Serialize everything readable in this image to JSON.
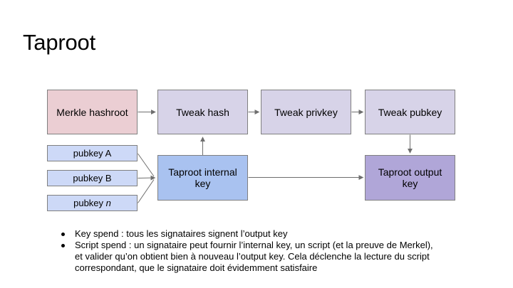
{
  "slide": {
    "title": "Taproot",
    "background_color": "#ffffff",
    "text_color": "#000000"
  },
  "diagram": {
    "border_color": "#808080",
    "arrow_color": "#6e6e6e",
    "boxes": {
      "merkle_hashroot": {
        "label": "Merkle hashroot",
        "fill": "#ebced3"
      },
      "tweak_hash": {
        "label": "Tweak hash",
        "fill": "#d7d3e8"
      },
      "tweak_privkey": {
        "label": "Tweak privkey",
        "fill": "#d7d3e8"
      },
      "tweak_pubkey": {
        "label": "Tweak pubkey",
        "fill": "#d7d3e8"
      },
      "pubkey_a": {
        "label": "pubkey A",
        "fill": "#cdd9f7"
      },
      "pubkey_b": {
        "label": "pubkey B",
        "fill": "#cdd9f7"
      },
      "pubkey_n": {
        "label_prefix": "pubkey ",
        "label_italic": "n",
        "fill": "#cdd9f7"
      },
      "taproot_internal_key": {
        "label": "Taproot internal key",
        "fill": "#a9c2f0"
      },
      "taproot_output_key": {
        "label": "Taproot output key",
        "fill": "#b0a6d8"
      }
    }
  },
  "bullets": [
    {
      "lines": [
        "Key spend : tous les signataires signent l’output key"
      ]
    },
    {
      "lines": [
        "Script spend : un signataire peut fournir l’internal key, un script (et la preuve de Merkel),",
        "et valider qu’on obtient bien à nouveau l’output key. Cela déclenche la lecture du script",
        "correspondant, que le signataire doit évidemment satisfaire"
      ]
    }
  ]
}
